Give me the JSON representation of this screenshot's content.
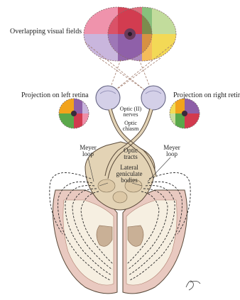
{
  "labels": {
    "visual_fields": "Overlapping visual fields",
    "left_retina": "Projection on left retina",
    "right_retina": "Projection on right retin",
    "optic_nerves_1": "Optic (II)",
    "optic_nerves_2": "nerves",
    "optic_chiasm_1": "Optic",
    "optic_chiasm_2": "chiasm",
    "optic_tracts_1": "Optic",
    "optic_tracts_2": "tracts",
    "meyer_left_1": "Meyer",
    "meyer_left_2": "loop",
    "meyer_right_1": "Meyer",
    "meyer_right_2": "loop",
    "lgb_1": "Lateral",
    "lgb_2": "geniculate",
    "lgb_3": "bodies"
  },
  "colors": {
    "field_pink": "#ef8ea8",
    "field_red": "#d23a4e",
    "field_green": "#5aa84a",
    "field_light_green": "#c9dfa0",
    "field_lavender": "#c7b3dc",
    "field_purple": "#8e5fa8",
    "field_orange": "#f2a31b",
    "field_yellow": "#f3dc55",
    "eye_fill": "#d4d0e8",
    "brain_tissue": "#e3d3b5",
    "cortex": "#e9c9c0",
    "white_matter": "#f6efe1",
    "outline": "#5a4a3a"
  }
}
